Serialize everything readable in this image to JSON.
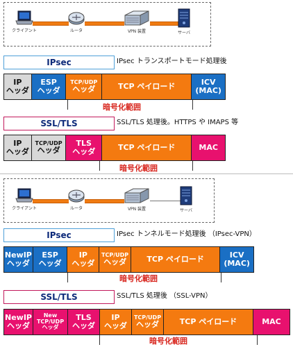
{
  "topology": {
    "client_label": "クライアント",
    "router_label": "ルータ",
    "vpn_label": "VPN 装置",
    "server_label": "サーバ"
  },
  "section1": {
    "ipsec_title": "IPsec",
    "ipsec_desc": "IPsec トランスポートモード処理後",
    "ipsec_cells": [
      {
        "l1": "IP",
        "l2": "ヘッダ"
      },
      {
        "l1": "ESP",
        "l2": "ヘッダ"
      },
      {
        "l1": "TCP/UDP",
        "l2": "ヘッダ"
      },
      {
        "l1": "TCP ペイロード",
        "l2": ""
      },
      {
        "l1": "ICV",
        "l2": "(MAC)"
      }
    ],
    "ipsec_enc": "暗号化範囲",
    "ssl_title": "SSL/TLS",
    "ssl_desc": "SSL/TLS 処理後。HTTPS や IMAPS 等",
    "ssl_cells": [
      {
        "l1": "IP",
        "l2": "ヘッダ"
      },
      {
        "l1": "TCP/UDP",
        "l2": "ヘッダ"
      },
      {
        "l1": "TLS",
        "l2": "ヘッダ"
      },
      {
        "l1": "TCP ペイロード",
        "l2": ""
      },
      {
        "l1": "MAC",
        "l2": ""
      }
    ],
    "ssl_enc": "暗号化範囲"
  },
  "section2": {
    "ipsec_title": "IPsec",
    "ipsec_desc": "IPsec トンネルモード処理後 （IPsec-VPN）",
    "ipsec_cells": [
      {
        "l1": "NewIP",
        "l2": "ヘッダ"
      },
      {
        "l1": "ESP",
        "l2": "ヘッダ"
      },
      {
        "l1": "IP",
        "l2": "ヘッダ"
      },
      {
        "l1": "TCP/UDP",
        "l2": "ヘッダ"
      },
      {
        "l1": "TCP ペイロード",
        "l2": ""
      },
      {
        "l1": "ICV",
        "l2": "(MAC)"
      }
    ],
    "ipsec_enc": "暗号化範囲",
    "ssl_title": "SSL/TLS",
    "ssl_desc": "SSL/TLS 処理後 （SSL-VPN）",
    "ssl_cells": [
      {
        "l1": "NewIP",
        "l2": "ヘッダ"
      },
      {
        "l1": "New",
        "l2": "TCP/UDP",
        "l3": "ヘッダ"
      },
      {
        "l1": "TLS",
        "l2": "ヘッダ"
      },
      {
        "l1": "IP",
        "l2": "ヘッダ"
      },
      {
        "l1": "TCP/UDP",
        "l2": "ヘッダ"
      },
      {
        "l1": "TCP ペイロード",
        "l2": ""
      },
      {
        "l1": "MAC",
        "l2": ""
      }
    ],
    "ssl_enc": "暗号化範囲"
  }
}
